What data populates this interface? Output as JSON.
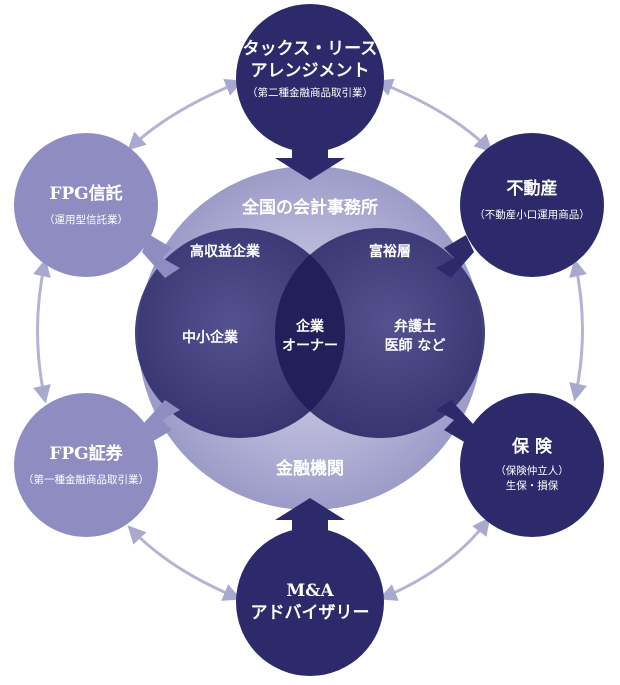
{
  "center": {
    "top_label": "全国の会計事務所",
    "bottom_label": "金融機関",
    "left_circle_top": "高収益企業",
    "right_circle_top": "富裕層",
    "left_circle_main": "中小企業",
    "overlap_line1": "企業",
    "overlap_line2": "オーナー",
    "right_circle_line1": "弁護士",
    "right_circle_line2": "医師 など"
  },
  "nodes": {
    "top": {
      "title_line1": "タックス・リース",
      "title_line2": "アレンジメント",
      "sub": "（第二種金融商品取引業）"
    },
    "upper_right": {
      "title": "不動産",
      "sub": "（不動産小口運用商品）"
    },
    "lower_right": {
      "title": "保 険",
      "sub_line1": "（保険仲立人）",
      "sub_line2": "生保・損保"
    },
    "bottom": {
      "title_line1": "M&A",
      "title_line2": "アドバイザリー"
    },
    "lower_left": {
      "title": "FPG証券",
      "sub": "（第一種金融商品取引業）"
    },
    "upper_left": {
      "title": "FPG信託",
      "sub": "（運用型信託業）"
    }
  },
  "colors": {
    "dark_node": "#2c2a6b",
    "light_node": "#8e8cc0",
    "center_halo": "#a9a8cf",
    "venn_dark": "#2e2c69",
    "ring": "#b4b3d6"
  }
}
